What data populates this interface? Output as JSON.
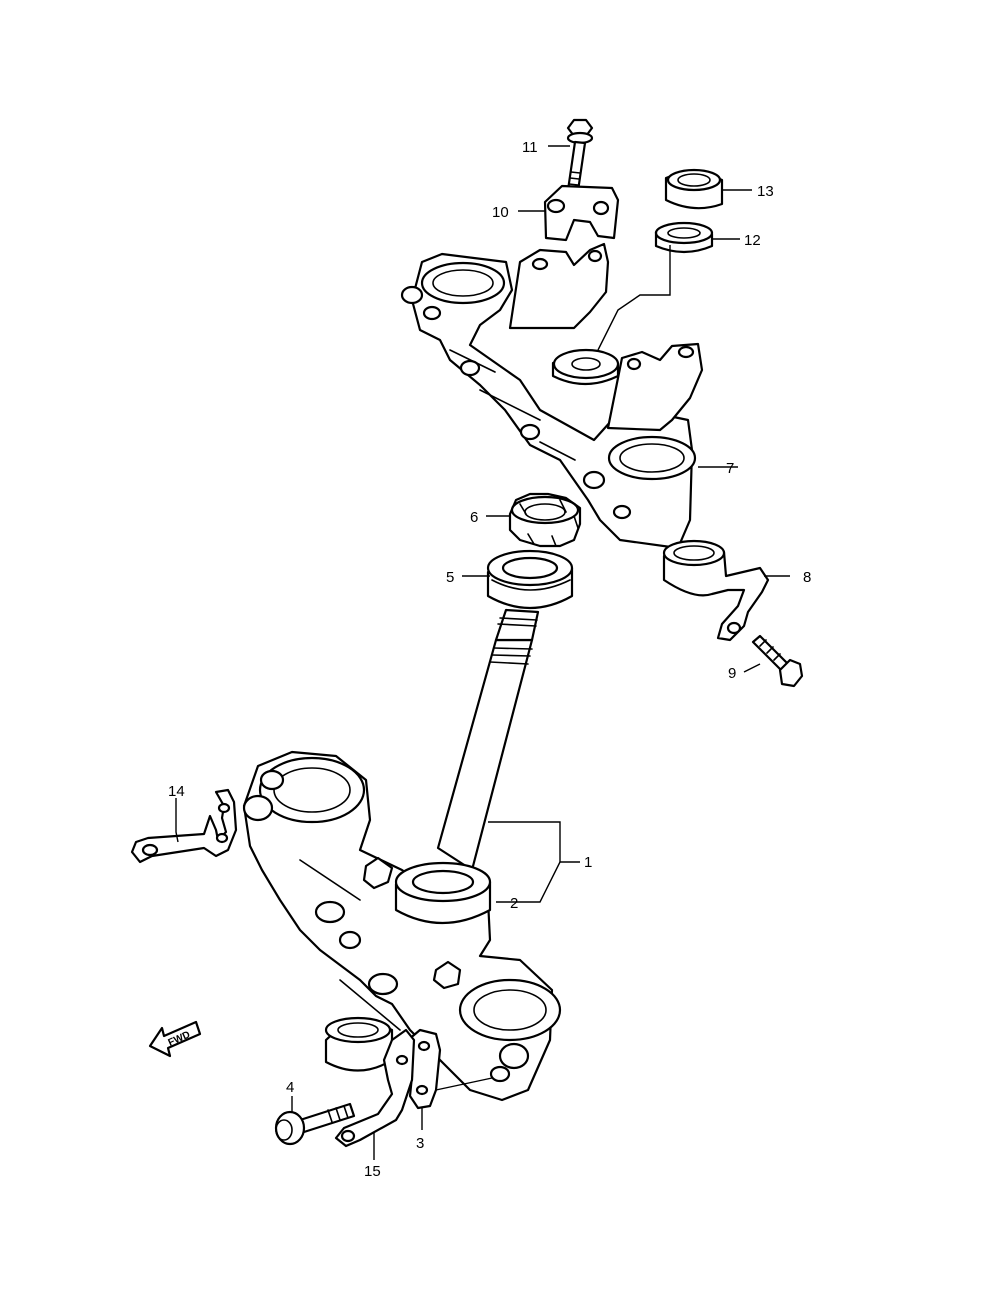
{
  "callouts": {
    "c1": "1",
    "c2": "2",
    "c3": "3",
    "c4": "4",
    "c5": "5",
    "c6": "6",
    "c7": "7",
    "c8": "8",
    "c9": "9",
    "c10": "10",
    "c11": "11",
    "c12": "12",
    "c13": "13",
    "c14": "14",
    "c15": "15"
  },
  "direction_marker": {
    "label": "FWD",
    "icon": "forward-arrow-icon"
  }
}
